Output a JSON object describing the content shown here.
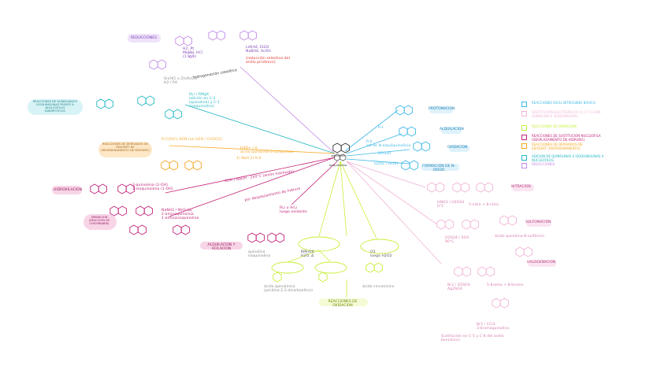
{
  "colors": {
    "blue": "#3fb8e8",
    "pink": "#f2b3d8",
    "lime": "#c8ef3a",
    "magenta": "#c2247a",
    "orange": "#f5a623",
    "teal": "#22b7c2",
    "violet": "#c28ce6",
    "red": "#e0302a"
  },
  "center": {
    "label1": "quinolina",
    "label2": "isoquinolina"
  },
  "pills": {
    "reducciones": "REDUCCIONES",
    "adicion_nucleofilos": "REACCIONES DE QUINOLINAS E\nISOQUINOLINAS FRENTE A NUCLEOFILOS\nBIADIPOTICOS",
    "sintesis_reissert": "REACCIONES DE DERIVADOS DE\nREISSERT DE\n(REORDENAMIENTO DE REISSERT)",
    "hidrolisis": "HIDROXILACION",
    "aminacion": "AMINACION\n(REACCION DE\nCHICHIBABIN)",
    "nitracion": "NITRACION",
    "sulfonacion": "SULFONACION",
    "halogenacion": "HALOGENACION",
    "oxidacion_alquil": "REACCIONES DE OXIDACION",
    "alquilacion": "ALQUILACION Y ACILACION",
    "protonacion": "PROTONACION",
    "alquilacion_n": "ALQUILACION",
    "oxidacion_n": "OXIDACION",
    "formacion_n_oxido": "FORMACION DE N-OXIDO"
  },
  "legend": [
    {
      "color": "#3fb8e8",
      "text": "REACCIONES EN EL NITROGENO BASICO"
    },
    {
      "color": "#f2b3d8",
      "text": "SUSTITUCION ELECTROFILICA (C-5 Y C-8 EN\nQUINOLINA E ISOQUINOLINA)"
    },
    {
      "color": "#c8ef3a",
      "text": "REACCIONES DE OXIDACION"
    },
    {
      "color": "#c2247a",
      "text": "REACCIONES DE SUSTITUCION NUCLEOFILA\n(DESPLAZAMIENTO DE HIDRURO)"
    },
    {
      "color": "#f5a623",
      "text": "REACCIONES DE DERIVADOS DE\nREISSERT (REORDENAMIENTO)"
    },
    {
      "color": "#22b7c2",
      "text": "ADICION DE QUINOLINAS E ISOQUINOLINAS A NUCLEOFILOS"
    },
    {
      "color": "#c28ce6",
      "text": "REDUCCIONES"
    }
  ],
  "notes": {
    "reduccion1": "H2, Pt\nMeOH, HCl\n(1 atm)",
    "reduccion2": "LiAlH4, Et2O\nNaBH4, AcOH",
    "reduccion_rojo": "(reducción selectiva del\nanillo piridínico)",
    "hidrogenacion": "hidrogenación catalítica",
    "hidrogenacion_note": "Sn/HCl  o  Zn/AcOH\nH2 / Pd",
    "nucleofilos_note": "RLi / RMgX\nadición en C-2\n(quinolina) y C-1\n(isoquinolina)",
    "reissert_note1": "R-C(O)Cl, KCN  (en H2O / CH2Cl2)",
    "reissert_note2": "H3O+  /  ∆\nácido quinolina-2-carboxílico",
    "reissert_note3": "1) NaH  2) R-X",
    "hidroxilacion_note": "KOH / NaOH  ·  250°C  (anión hidróxido)",
    "hidroxilacion_note2": "2-quinolona (2-OH)\n1-isoquinolona (1-OH)",
    "aminacion_note": "NaNH2 / NH3 liq.\n2-aminoquinolina\n1-aminoisoquinolina",
    "aminacion_note2": "por desplazamiento de hidruro",
    "alquil_acil_note": "RLi o ArLi\nluego oxidante",
    "alquil_acil_note2": "quinolina\nisoquinolina",
    "oxid_note1": "KMnO4\nH2O, ∆",
    "oxid_note2": "O3\nluego H2O2",
    "oxid_note3": "ácido quinolínico\n(piridina-2,3-dicarboxílico)",
    "oxid_note4": "ácido cinconinico",
    "protonacion_note": "H+",
    "alquilacion_note": "R-X\nsal de N-alquilquinolinio",
    "oxidacion_note": "RCO3H",
    "n_oxido_note": "H2O2 / AcOH",
    "nitracion_note1": "HNO3 / H2SO4\n0°C",
    "nitracion_note2": "5-nitro + 8-nitro",
    "sulfonacion_note": "H2SO4 / SO3\n90°C",
    "sulfonacion_note2": "ácido quinolina-8-sulfónico",
    "halogenacion_note": "Br2 / H2SO4\nAg2SO4",
    "halogenacion_note2": "5-bromo + 8-bromo",
    "halogenacion_note3": "Br2 / CCl4\n3-bromoquinolina",
    "sust_note": "Sustitución en C-5 y C-8 del anillo bencénico"
  }
}
